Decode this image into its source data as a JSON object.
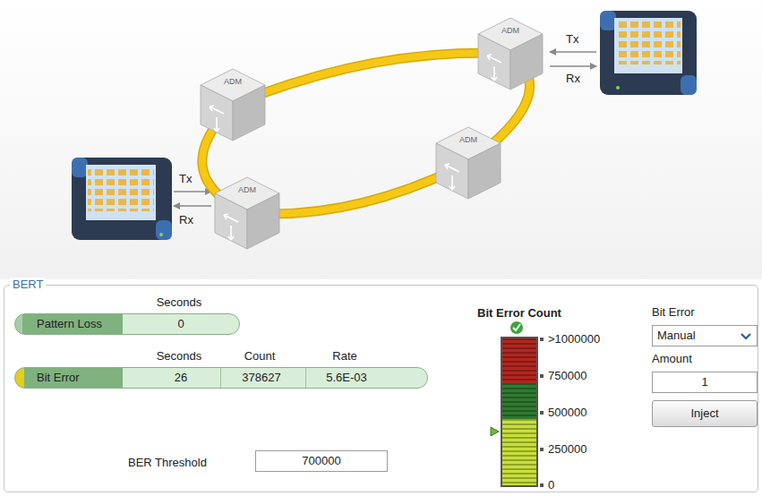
{
  "diagram": {
    "nodes": [
      {
        "text": [
          "ADM"
        ]
      },
      {
        "text": [
          "ADM"
        ]
      },
      {
        "text": [
          "ADM"
        ]
      },
      {
        "text": [
          "ADM"
        ]
      },
      {
        "text": [
          "BERT"
        ]
      },
      {
        "text": [
          "Pattern Loss",
          "0"
        ],
        "in": 4
      },
      {
        "text": [
          "Bit Error",
          "26",
          "378627",
          "5.6E-03"
        ],
        "in": 4
      },
      {
        "text": [
          "BER Threshold",
          "700000"
        ],
        "in": 4
      },
      {
        "text": [
          "Bit Error",
          "Manual"
        ],
        "in": 4
      },
      {
        "text": [
          "Amount",
          "1"
        ],
        "in": 4
      },
      {
        "text": [
          "Inject"
        ],
        "in": 4
      }
    ],
    "edges": [
      {
        "from": 0,
        "to": 2,
        "arrow": "none"
      },
      {
        "from": 2,
        "to": 3,
        "arrow": "none"
      },
      {
        "from": 3,
        "to": 1,
        "arrow": "none"
      },
      {
        "from": 1,
        "to": 0,
        "arrow": "none"
      }
    ],
    "labels": [
      "Tx",
      "Rx",
      "Tx",
      "Rx",
      "Seconds",
      "Seconds",
      "Count",
      "Rate",
      "Bit Error Count",
      ">1000000",
      "750000",
      "500000",
      "250000",
      "0"
    ]
  }
}
